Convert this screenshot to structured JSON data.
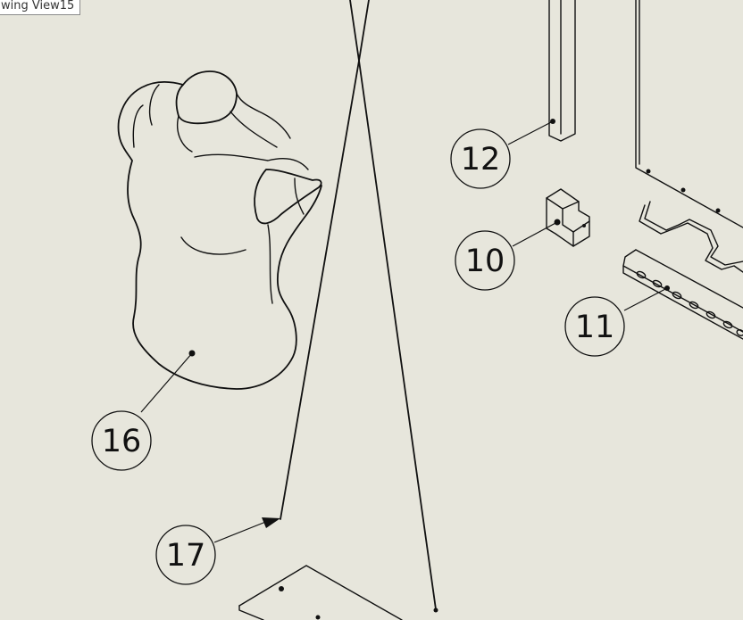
{
  "view": {
    "label": "wing View15"
  },
  "balloons": [
    {
      "id": "balloon-12",
      "number": "12"
    },
    {
      "id": "balloon-10",
      "number": "10"
    },
    {
      "id": "balloon-11",
      "number": "11"
    },
    {
      "id": "balloon-16",
      "number": "16"
    },
    {
      "id": "balloon-17",
      "number": "17"
    }
  ],
  "colors": {
    "background": "#e7e6dc",
    "ink": "#111111"
  }
}
